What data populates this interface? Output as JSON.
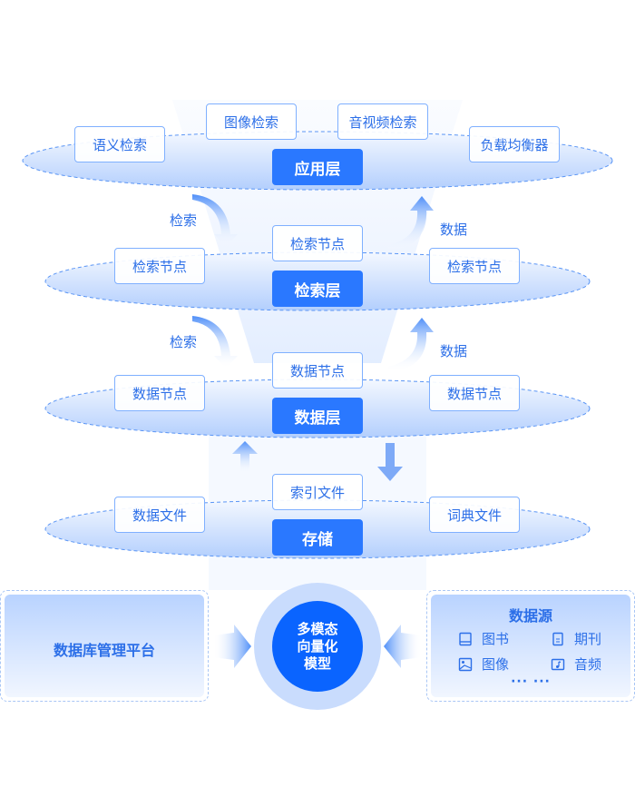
{
  "app_layer": {
    "title": "应用层",
    "items": [
      "语义检索",
      "图像检索",
      "音视频检索",
      "负载均衡器"
    ]
  },
  "search_layer": {
    "title": "检索层",
    "center": "检索节点",
    "left": "检索节点",
    "right": "检索节点"
  },
  "data_layer": {
    "title": "数据层",
    "center": "数据节点",
    "left": "数据节点",
    "right": "数据节点"
  },
  "storage_layer": {
    "title": "存储",
    "center": "索引文件",
    "left": "数据文件",
    "right": "词典文件"
  },
  "flow_labels": {
    "search1": "检索",
    "data1": "数据",
    "search2": "检索",
    "data2": "数据"
  },
  "platform": "数据库管理平台",
  "model": {
    "line1": "多模态",
    "line2": "向量化",
    "line3": "模型"
  },
  "datasource": {
    "title": "数据源",
    "items": [
      {
        "icon": "book-icon",
        "label": "图书"
      },
      {
        "icon": "journal-icon",
        "label": "期刊"
      },
      {
        "icon": "image-icon",
        "label": "图像"
      },
      {
        "icon": "audio-icon",
        "label": "音频"
      }
    ],
    "more": "··· ···"
  },
  "colors": {
    "primary": "#2a78ff",
    "model": "#0a64ff",
    "text": "#2c6fe8"
  }
}
